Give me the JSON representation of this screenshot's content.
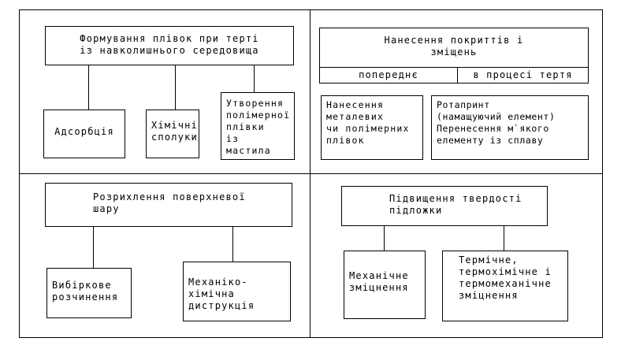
{
  "quadrants": {
    "top_left": {
      "title": "Формування плівок при терті\nіз навколишнього середовища",
      "children": [
        "Адсорбція",
        "Хімічні\nсполуки",
        "Утворення\nполімерної\nплівки\nіз мастила"
      ]
    },
    "top_right": {
      "title": "Нанесення покриттів і\nзміщень",
      "sub_left": "попереднє",
      "sub_right": "в процесі тертя",
      "children": [
        "Нанесення\nметалевих\nчи полімерних\nплівок",
        "Ротапринт\n(намащуючий елемент)\nПеренесення м`якого\nелементу із сплаву"
      ]
    },
    "bottom_left": {
      "title": "Розрихлення поверхневої\nшару",
      "children": [
        "Вибіркове\nрозчинення",
        "Механіко-хімічна\nдиструкція"
      ]
    },
    "bottom_right": {
      "title": "Підвищення твердості\nпідложки",
      "children": [
        "Механічне\nзміцнення",
        "Термічне,\nтермохімічне і\nтермомеханічне\nзміцнення"
      ]
    }
  }
}
